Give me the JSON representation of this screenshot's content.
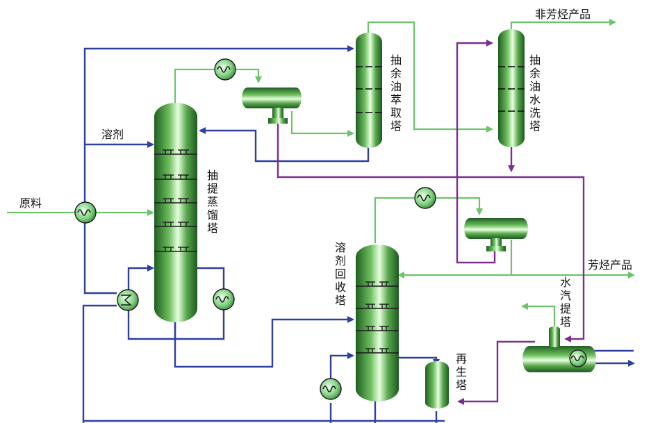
{
  "labels": {
    "solvent": "溶剂",
    "feed": "原料",
    "extractive_distillation_column": [
      "抽",
      "提",
      "蒸",
      "馏",
      "塔"
    ],
    "raffinate_extraction_column": [
      "抽",
      "余",
      "油",
      "萃",
      "取",
      "塔"
    ],
    "raffinate_water_wash_column": [
      "抽",
      "余",
      "油",
      "水",
      "洗",
      "塔"
    ],
    "non_aromatic_product": "非芳烃产品",
    "aromatic_product": "芳烃产品",
    "solvent_recovery_column": [
      "溶",
      "剂",
      "回",
      "收",
      "塔"
    ],
    "steam_stripper": [
      "水",
      "汽",
      "提",
      "塔"
    ],
    "regeneration_column": [
      "再",
      "生",
      "塔"
    ]
  },
  "colors": {
    "green_line": "#6cc46a",
    "blue_line": "#2f3f9e",
    "purple_line": "#7a2f8e",
    "vessel_green": "#3f8f3f"
  }
}
